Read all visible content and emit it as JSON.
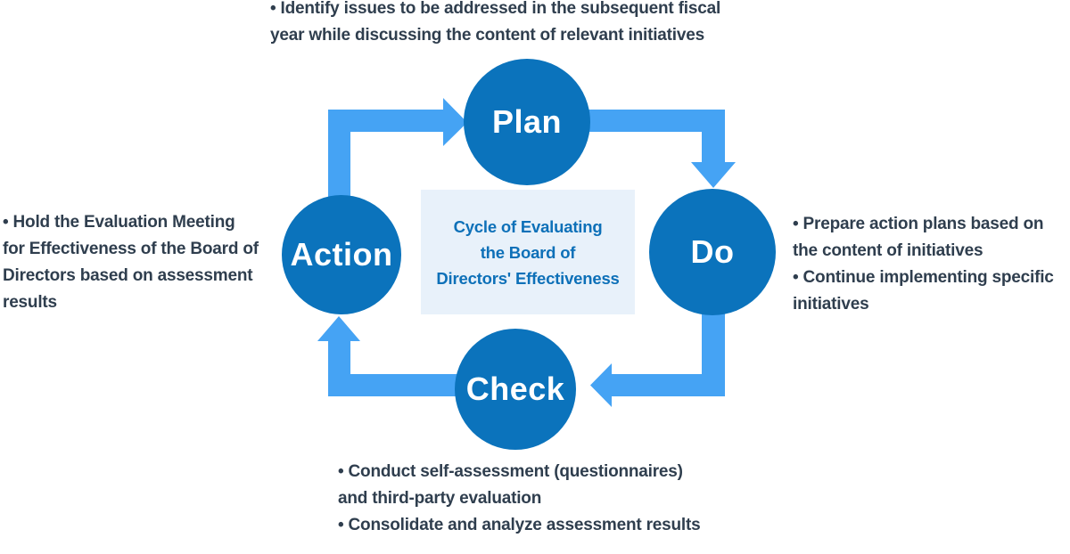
{
  "colors": {
    "circle_color": "#0b73bc",
    "arrow_color": "#45a3f4",
    "center_box_bg": "#e8f1fa",
    "center_text_color": "#0d70b8",
    "body_text_color": "#2f3e4e",
    "node_label_color": "#ffffff"
  },
  "center": {
    "lines": [
      "Cycle of Evaluating",
      "the Board of",
      "Directors' Effectiveness"
    ]
  },
  "nodes": {
    "plan": {
      "label": "Plan"
    },
    "do": {
      "label": "Do"
    },
    "check": {
      "label": "Check"
    },
    "action": {
      "label": "Action"
    }
  },
  "annotations": {
    "plan": {
      "lines": [
        "• Identify issues to be addressed in the subsequent fiscal",
        "year while discussing the content of relevant initiatives"
      ]
    },
    "do": {
      "lines": [
        "• Prepare action plans based on",
        "the content of initiatives",
        "• Continue implementing specific",
        "initiatives"
      ]
    },
    "check": {
      "lines": [
        "• Conduct self-assessment (questionnaires)",
        "and third-party evaluation",
        "• Consolidate and analyze assessment results"
      ]
    },
    "action": {
      "lines": [
        "• Hold the Evaluation Meeting",
        "for Effectiveness of the Board of",
        "Directors based on assessment",
        "results"
      ]
    }
  }
}
